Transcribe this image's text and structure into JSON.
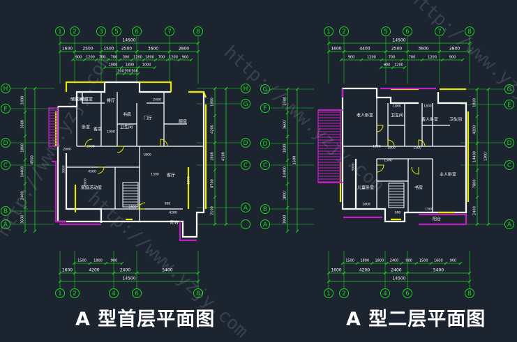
{
  "colors": {
    "background": "#1c2430",
    "dim": "#1fd21f",
    "wall": "#ffffff",
    "window": "#e8e800",
    "balcony": "#c020c0",
    "text": "#ffffff"
  },
  "titles": {
    "left": "A 型首层平面图",
    "right": "A 型二层平面图"
  },
  "watermark": "http://www.yzjy.com",
  "plan_left": {
    "top_axes": [
      "1",
      "2",
      "3",
      "5",
      "6",
      "7",
      "8"
    ],
    "bottom_axes": [
      "1",
      "2",
      "4",
      "6",
      "8"
    ],
    "left_axes": [
      "H",
      "F",
      "D",
      "C",
      "B",
      "A"
    ],
    "right_axes": [
      "H",
      "G",
      "D",
      "C",
      "A"
    ],
    "top_total": "14500",
    "top_row1": [
      "1600",
      "2500",
      "1500",
      "2500",
      "3600",
      "2800"
    ],
    "top_row2": [
      "900",
      "1200",
      "700",
      "700",
      "300",
      "1200",
      "1800",
      "700",
      "1200",
      "900"
    ],
    "top_row3": [
      "1000",
      "1800",
      "1000"
    ],
    "top_row4": [
      "300",
      "300",
      "300"
    ],
    "bottom_row1": [
      "1500",
      "1800",
      "900"
    ],
    "bottom_row2": [
      "1600",
      "4200",
      "2400",
      "5400"
    ],
    "bottom_total": "14500",
    "left_dims": [
      "1800",
      "3600",
      "1800",
      "14400",
      "2400",
      "3600",
      "4500",
      "3900",
      "1200",
      "3000"
    ],
    "right_dims": [
      "1800",
      "4200",
      "1800",
      "8700",
      "2100",
      "4200",
      "1800",
      "1300",
      "1500"
    ],
    "rooms": [
      "储藏室",
      "餐厅",
      "厨房",
      "客厅",
      "书房",
      "卫生间",
      "门厅",
      "卧室",
      "客房",
      "家庭活动室",
      "阳台",
      "储藏间"
    ],
    "inner_dims": [
      "2400",
      "1000",
      "1800",
      "1500",
      "2400",
      "4500",
      "900",
      "4200",
      "2400",
      "1800",
      "2000",
      "3900",
      "4500"
    ]
  },
  "plan_right": {
    "top_axes": [
      "1",
      "2",
      "5",
      "6",
      "7",
      "8"
    ],
    "bottom_axes": [
      "1",
      "2",
      "4",
      "6",
      "8"
    ],
    "left_axes": [
      "G",
      "F",
      "D",
      "C",
      "B",
      "A"
    ],
    "right_axes": [
      "G",
      "E",
      "D",
      "C",
      "A"
    ],
    "top_total": "14500",
    "top_row1": [
      "1600",
      "4400",
      "2500",
      "3600",
      "2800"
    ],
    "top_row2": [
      "900",
      "1200",
      "700",
      "700",
      "1200",
      "900"
    ],
    "top_row3": [
      "900",
      "1200"
    ],
    "bottom_row1": [
      "1500",
      "1800",
      "1800",
      "2400",
      "900",
      "1500",
      "1600",
      "900"
    ],
    "bottom_row2": [
      "1600",
      "4200",
      "2400",
      "5400"
    ],
    "bottom_total": "14500",
    "left_dims": [
      "2700",
      "3600",
      "1800",
      "14400",
      "1800",
      "3900",
      "1600",
      "1200"
    ],
    "right_dims": [
      "1800",
      "4200",
      "14400",
      "7800",
      "2400",
      "1300"
    ],
    "rooms": [
      "老人卧室",
      "卫生间",
      "客人卧室",
      "卫生间",
      "主人卧室",
      "儿童卧室",
      "书房",
      "阳台"
    ],
    "inner_dims": [
      "1800",
      "1800",
      "1800",
      "1500",
      "1500",
      "1800",
      "900",
      "1500",
      "3900",
      "1500"
    ]
  }
}
